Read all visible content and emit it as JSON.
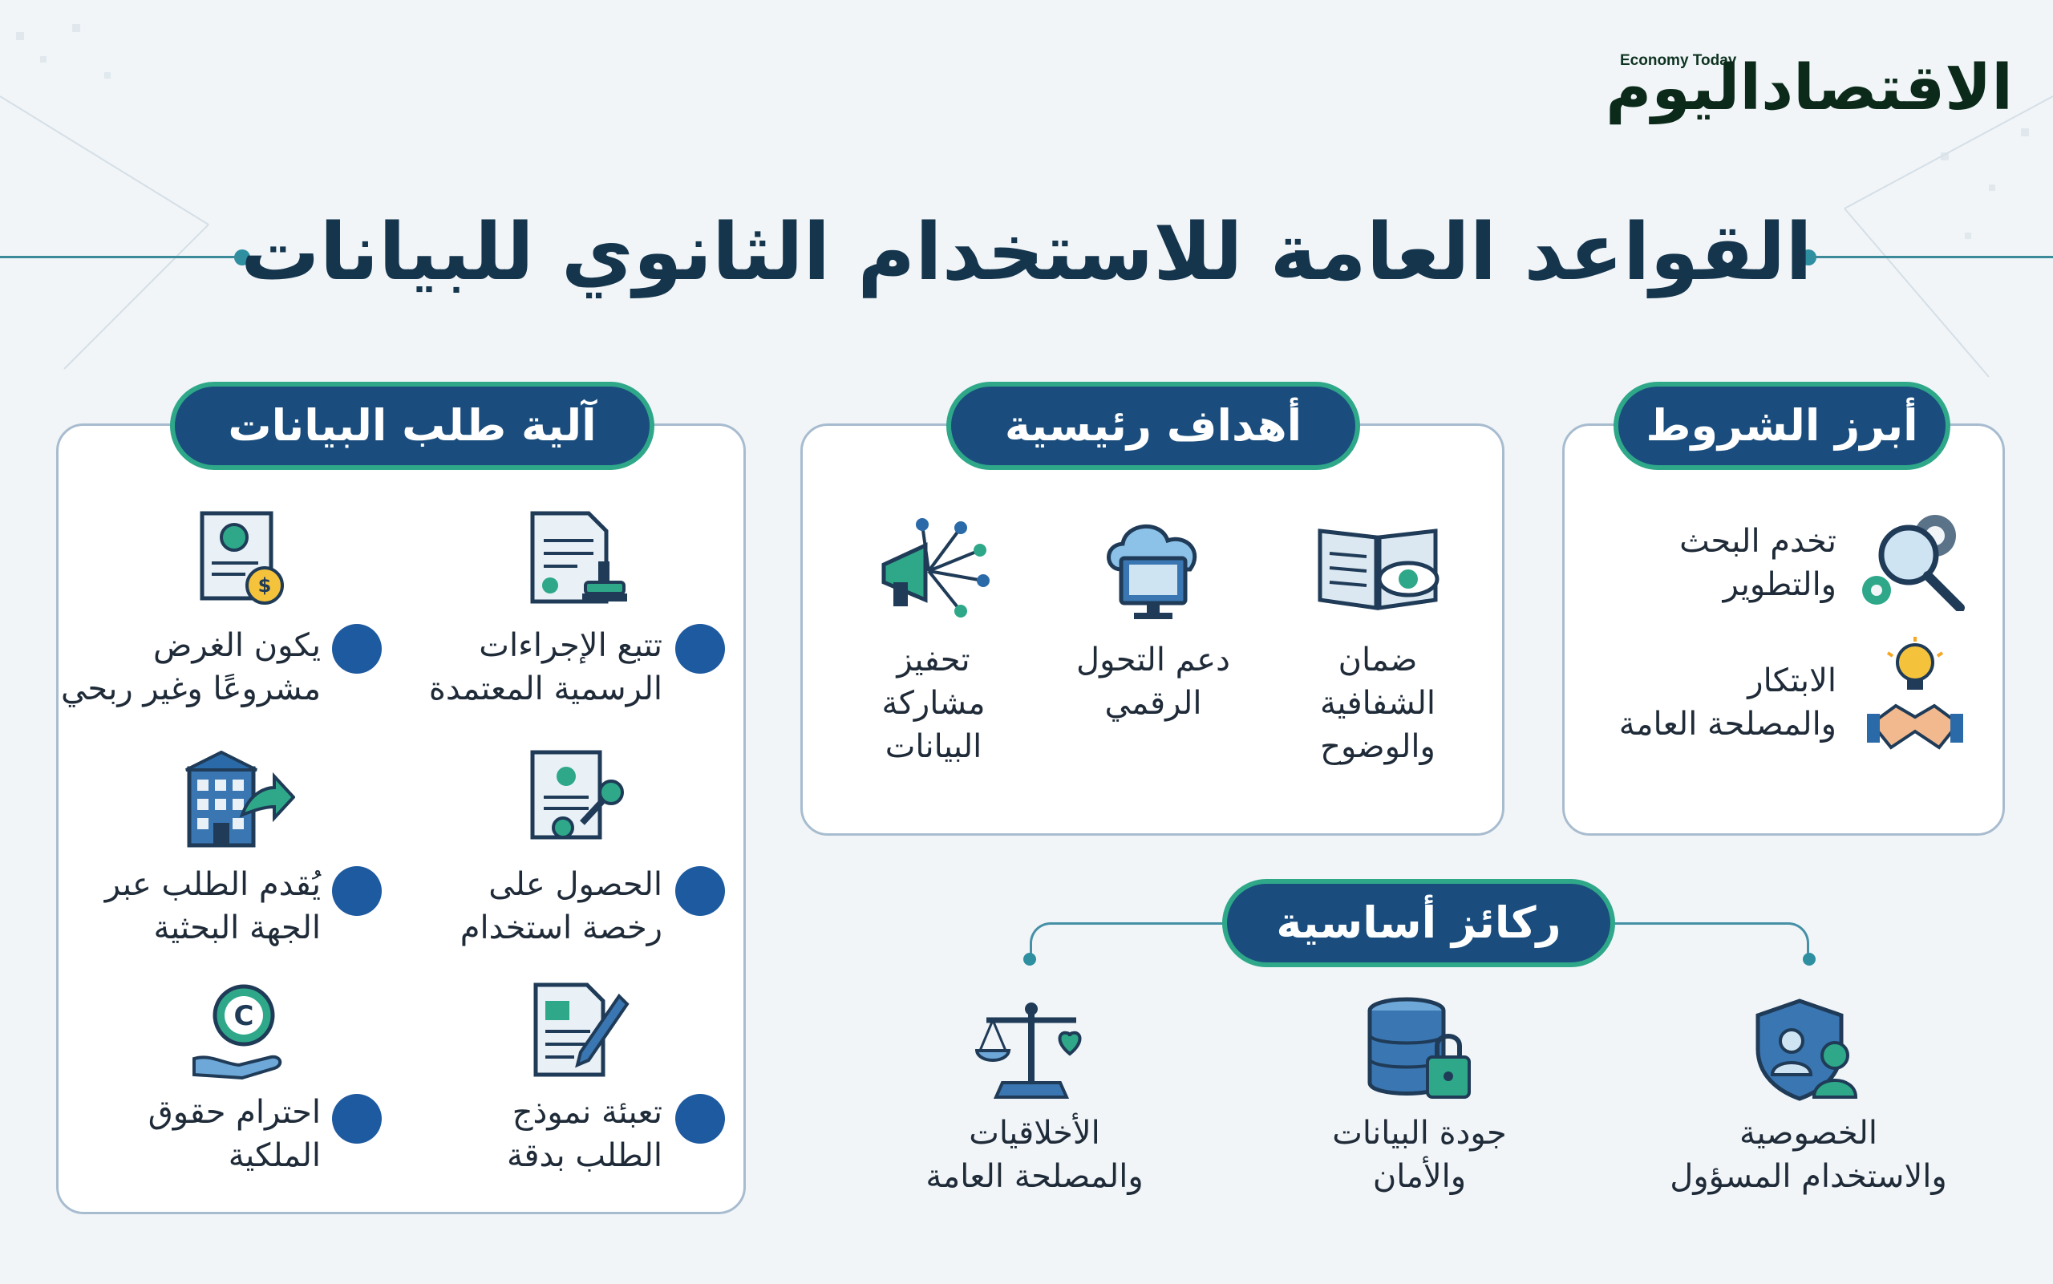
{
  "logo": {
    "small": "Economy Today",
    "main": "الاقتصاداليوم"
  },
  "title": "القواعد العامة للاستخدام الثانوي للبيانات",
  "sections": {
    "conditions": {
      "heading": "أبرز الشروط",
      "items": [
        {
          "line1": "تخدم البحث",
          "line2": "والتطوير",
          "icon": "gears-magnifier-icon"
        },
        {
          "line1": "الابتكار",
          "line2": "والمصلحة العامة",
          "icon": "lightbulb-handshake-icon"
        }
      ]
    },
    "goals": {
      "heading": "أهداف رئيسية",
      "items": [
        {
          "lines": [
            "ضمان",
            "الشفافية",
            "والوضوح"
          ],
          "icon": "open-book-eye-icon"
        },
        {
          "lines": [
            "دعم التحول",
            "الرقمي"
          ],
          "icon": "cloud-monitor-icon"
        },
        {
          "lines": [
            "تحفيز",
            "مشاركة",
            "البيانات"
          ],
          "icon": "megaphone-network-icon"
        }
      ]
    },
    "mechanism": {
      "heading": "آلية طلب البيانات",
      "items": [
        {
          "line1": "تتبع الإجراءات",
          "line2": "الرسمية المعتمدة",
          "icon": "document-stamp-icon"
        },
        {
          "line1": "يكون الغرض",
          "line2": "مشروعًا وغير ربحي",
          "icon": "invoice-coin-icon"
        },
        {
          "line1": "الحصول على",
          "line2": "رخصة استخدام",
          "icon": "certificate-key-icon"
        },
        {
          "line1": "يُقدم الطلب عبر",
          "line2": "الجهة البحثية",
          "icon": "building-arrow-icon"
        },
        {
          "line1": "تعبئة نموذج",
          "line2": "الطلب بدقة",
          "icon": "form-pen-icon"
        },
        {
          "line1": "احترام حقوق",
          "line2": "الملكية",
          "icon": "copyright-hand-icon"
        }
      ]
    },
    "pillars": {
      "heading": "ركائز أساسية",
      "items": [
        {
          "line1": "الخصوصية",
          "line2": "والاستخدام المسؤول",
          "icon": "shield-user-icon"
        },
        {
          "line1": "جودة البيانات",
          "line2": "والأمان",
          "icon": "database-lock-icon"
        },
        {
          "line1": "الأخلاقيات",
          "line2": "والمصلحة العامة",
          "icon": "scales-heart-icon"
        }
      ]
    }
  },
  "colors": {
    "navy": "#1a4d7d",
    "green": "#2ea889",
    "teal": "#2e8fa0",
    "bullet": "#1e5aa0",
    "text": "#1f2b38"
  }
}
